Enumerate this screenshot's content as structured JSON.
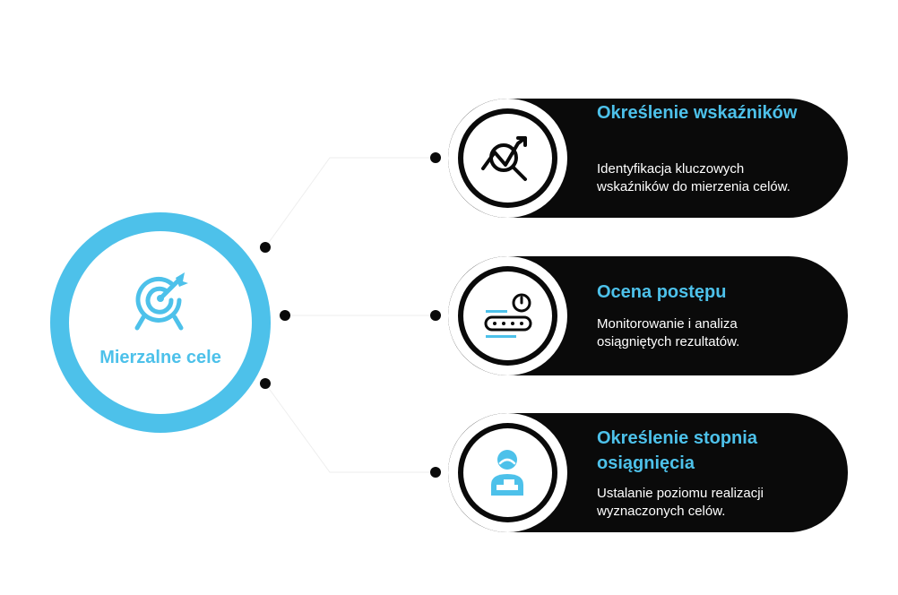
{
  "hub": {
    "label": "Mierzalne cele",
    "icon": "target-arrow-icon"
  },
  "items": [
    {
      "title": "Określenie wskaźników",
      "description": "Identyfikacja kluczowych wskaźników do mierzenia celów.",
      "icon": "chart-magnifier-icon"
    },
    {
      "title": "Ocena postępu",
      "description": "Monitorowanie i analiza osiągniętych rezultatów.",
      "icon": "conveyor-gauge-icon"
    },
    {
      "title": "Określenie stopnia osiągnięcia",
      "description": "Ustalanie poziomu realizacji wyznaczonych celów.",
      "icon": "worker-icon"
    }
  ],
  "colors": {
    "accent": "#4dc1ea",
    "card": "#0a0a0a",
    "text": "#ffffff"
  }
}
